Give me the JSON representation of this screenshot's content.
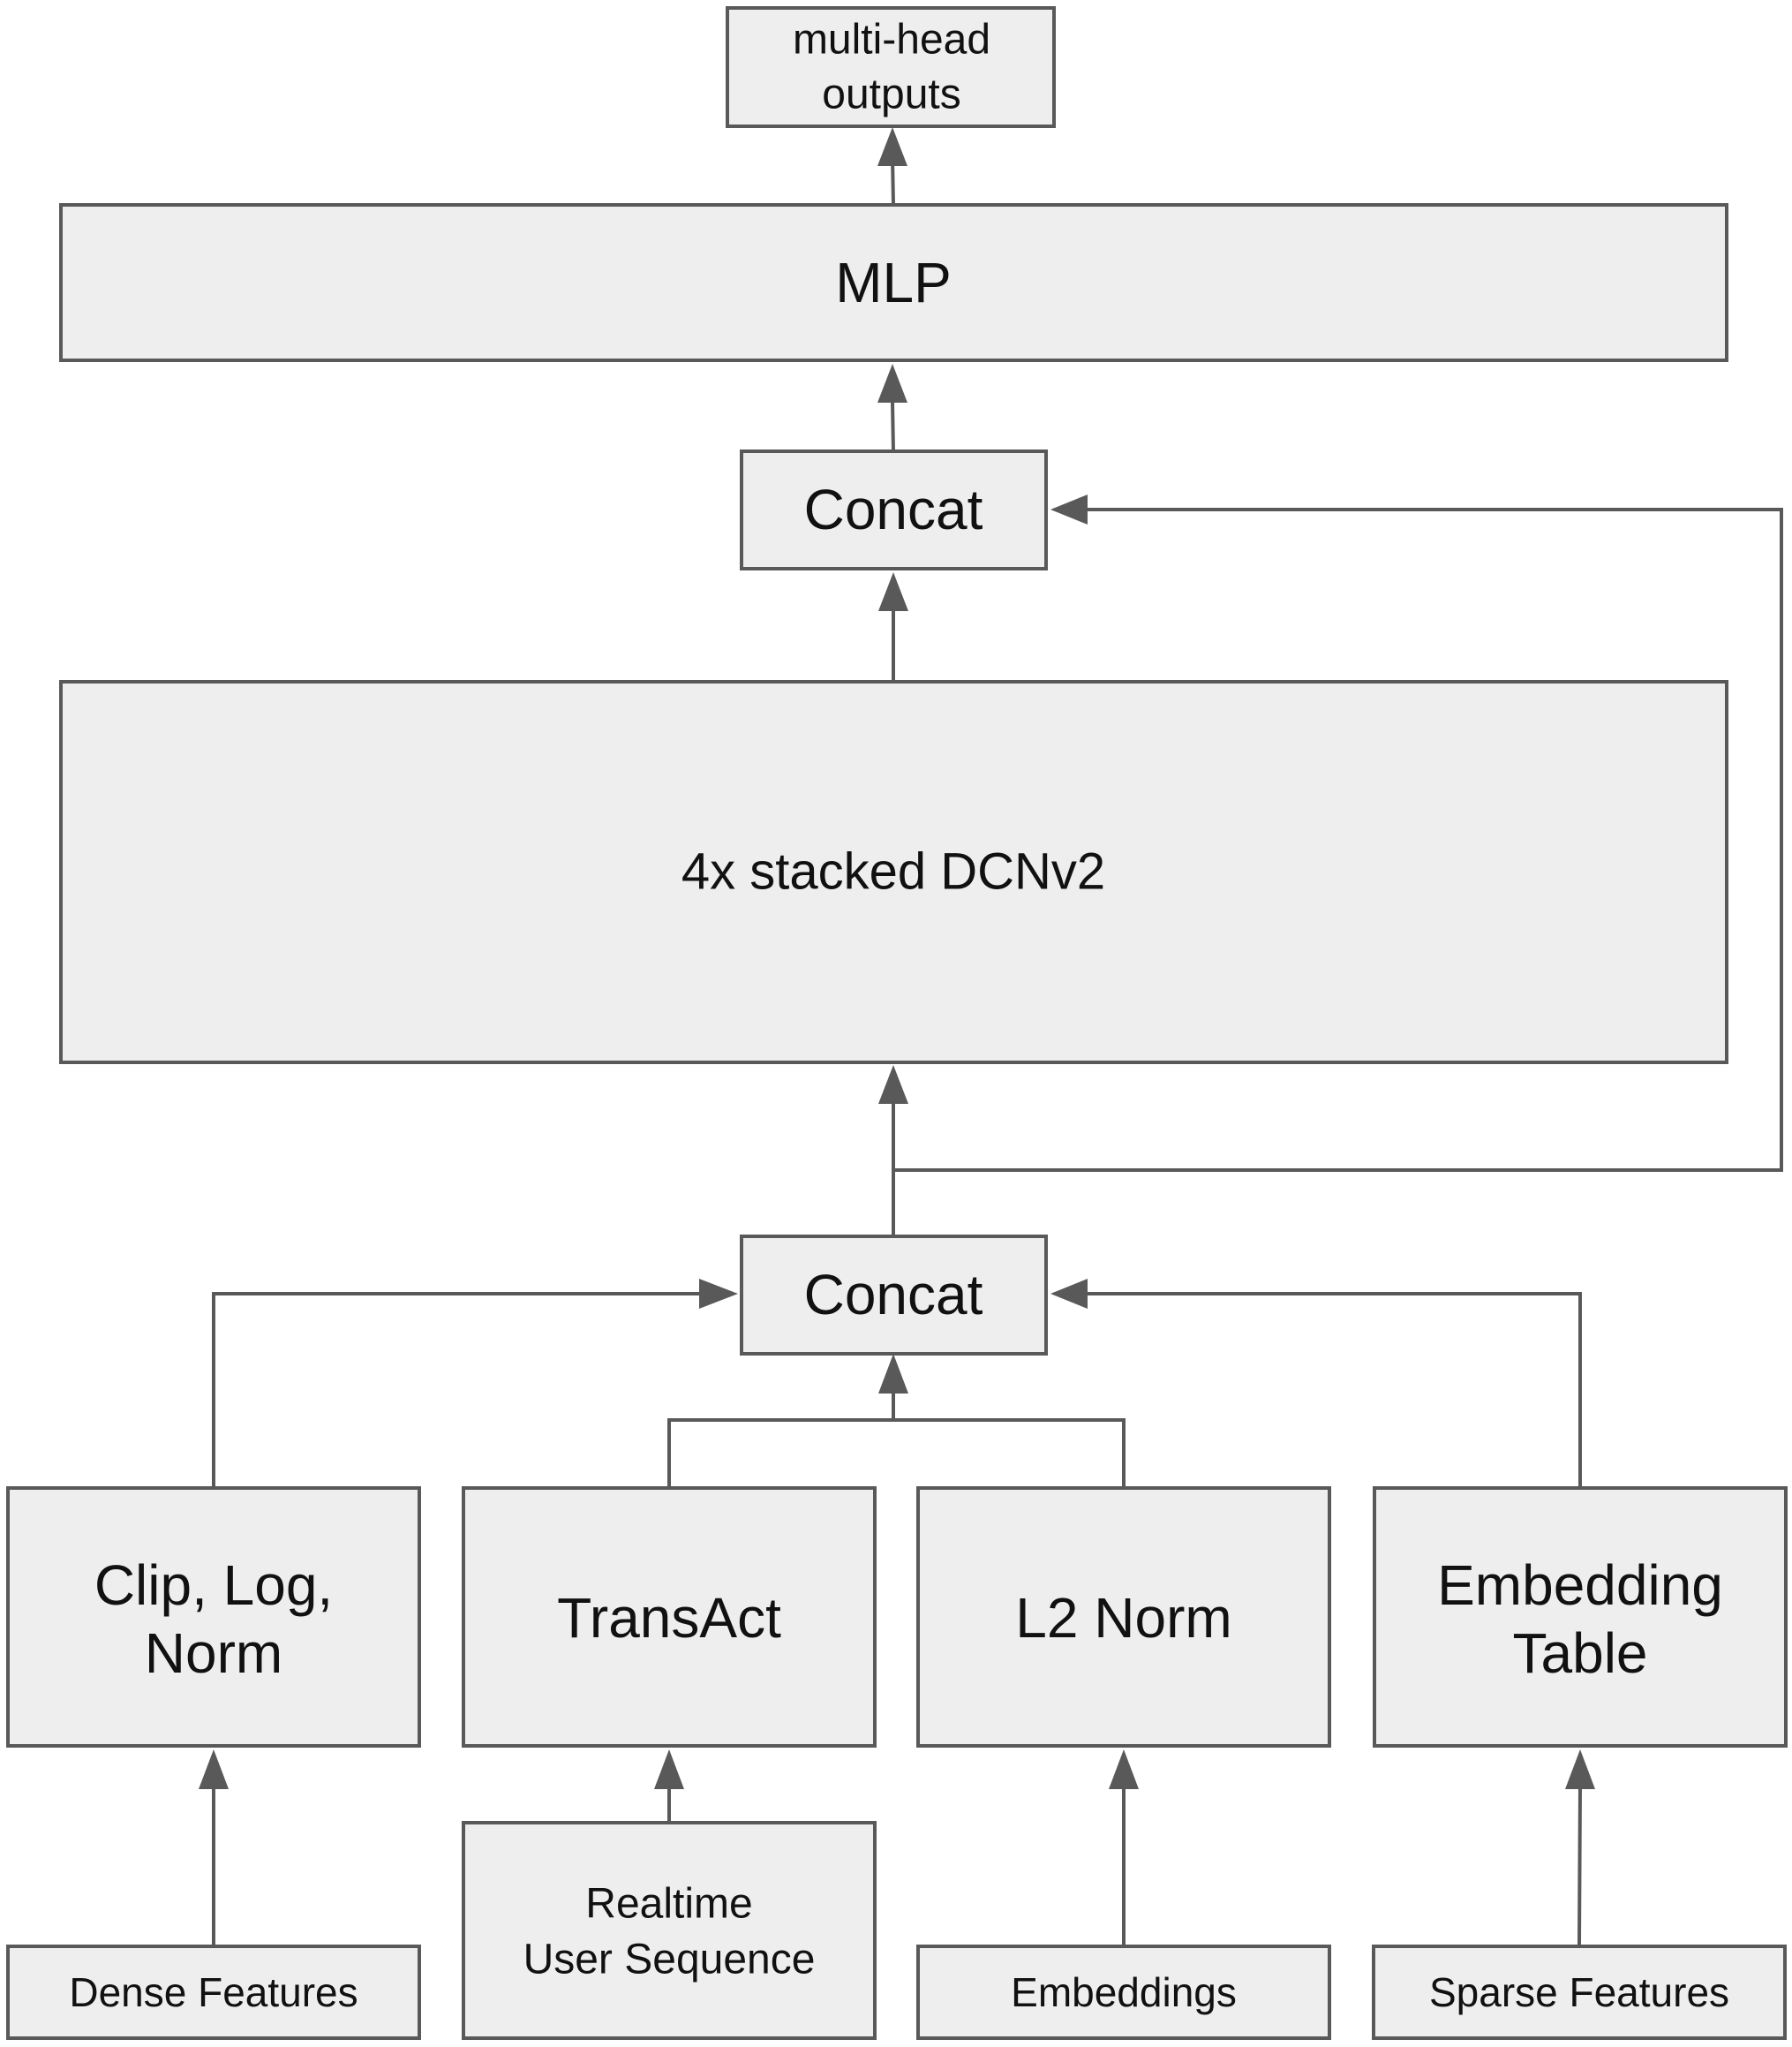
{
  "nodes": {
    "outputs": {
      "lines": [
        "multi-head",
        "outputs"
      ]
    },
    "mlp": {
      "lines": [
        "MLP"
      ]
    },
    "concat_top": {
      "lines": [
        "Concat"
      ]
    },
    "dcn": {
      "lines": [
        "4x stacked DCNv2"
      ]
    },
    "concat_bottom": {
      "lines": [
        "Concat"
      ]
    },
    "clip_log_norm": {
      "lines": [
        "Clip, Log,",
        "Norm"
      ]
    },
    "transact": {
      "lines": [
        "TransAct"
      ]
    },
    "l2_norm": {
      "lines": [
        "L2 Norm"
      ]
    },
    "embedding_table": {
      "lines": [
        "Embedding",
        "Table"
      ]
    },
    "dense_features": {
      "lines": [
        "Dense Features"
      ]
    },
    "realtime_user_sequence": {
      "lines": [
        "Realtime",
        "User Sequence"
      ]
    },
    "embeddings": {
      "lines": [
        "Embeddings"
      ]
    },
    "sparse_features": {
      "lines": [
        "Sparse Features"
      ]
    }
  },
  "edges": [
    {
      "from": "dense_features",
      "to": "clip_log_norm"
    },
    {
      "from": "realtime_user_sequence",
      "to": "transact"
    },
    {
      "from": "embeddings",
      "to": "l2_norm"
    },
    {
      "from": "sparse_features",
      "to": "embedding_table"
    },
    {
      "from": "clip_log_norm",
      "to": "concat_bottom"
    },
    {
      "from": "transact",
      "to": "concat_bottom"
    },
    {
      "from": "l2_norm",
      "to": "concat_bottom"
    },
    {
      "from": "embedding_table",
      "to": "concat_bottom"
    },
    {
      "from": "concat_bottom",
      "to": "dcn"
    },
    {
      "from": "concat_bottom",
      "to": "concat_top"
    },
    {
      "from": "dcn",
      "to": "concat_top"
    },
    {
      "from": "concat_top",
      "to": "mlp"
    },
    {
      "from": "mlp",
      "to": "outputs"
    }
  ],
  "colors": {
    "box_fill": "#eeeeee",
    "stroke": "#595959",
    "text": "#111111"
  }
}
